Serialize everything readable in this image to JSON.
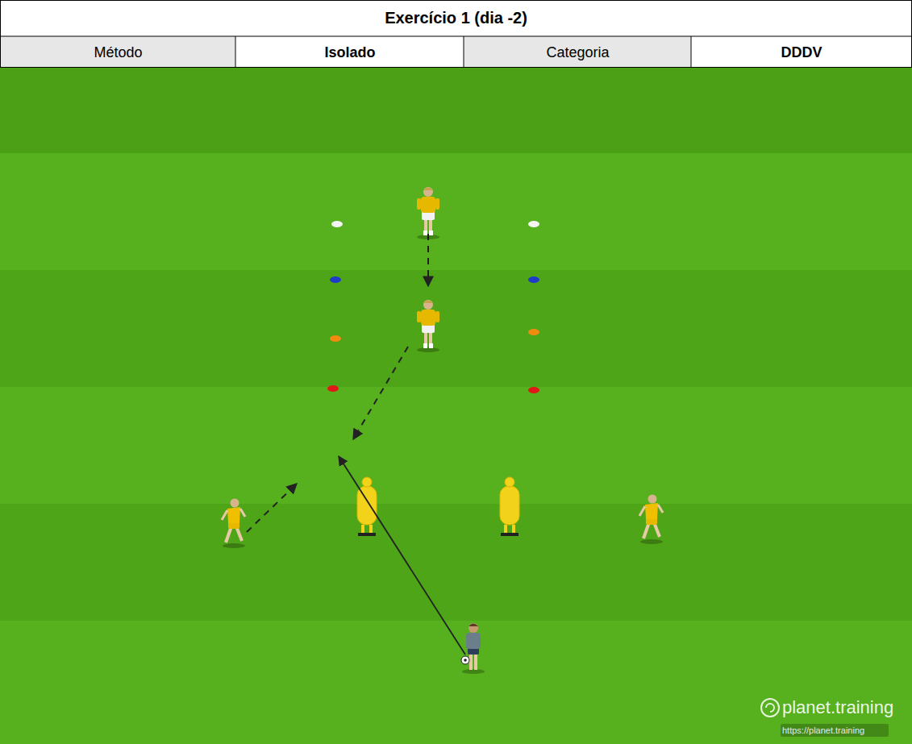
{
  "diagram": {
    "title": "Exercício 1 (dia -2)",
    "labels": [
      "Método",
      "Isolado",
      "Categoria",
      "DDDV",
      "planet.training",
      "https://planet.training"
    ]
  }
}
